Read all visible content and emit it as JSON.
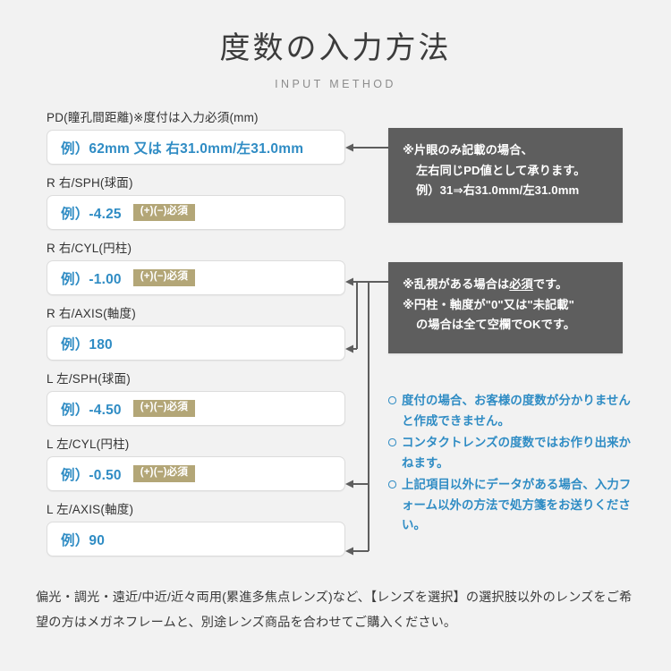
{
  "header": {
    "title": "度数の入力方法",
    "subtitle": "INPUT METHOD"
  },
  "colors": {
    "background": "#f2f2f2",
    "accent_blue": "#2f8cc4",
    "badge_khaki": "#b3a677",
    "note_gray": "#5e5e5e",
    "text_dark": "#3a3a3a",
    "input_border": "#dcdcdc",
    "connector": "#5e5e5e"
  },
  "form": {
    "fields": [
      {
        "id": "pd",
        "label": "PD(瞳孔間距離)※度付は入力必須(mm)",
        "placeholder": "例）62mm 又は 右31.0mm/左31.0mm",
        "badge": "",
        "value": ""
      },
      {
        "id": "r-sph",
        "label": "R 右/SPH(球面)",
        "placeholder": "例）-4.25",
        "badge": "(+)(−)必須",
        "value": ""
      },
      {
        "id": "r-cyl",
        "label": "R 右/CYL(円柱)",
        "placeholder": "例）-1.00",
        "badge": "(+)(−)必須",
        "value": ""
      },
      {
        "id": "r-axis",
        "label": "R 右/AXIS(軸度)",
        "placeholder": "例）180",
        "badge": "",
        "value": ""
      },
      {
        "id": "l-sph",
        "label": "L 左/SPH(球面)",
        "placeholder": "例）-4.50",
        "badge": "(+)(−)必須",
        "value": ""
      },
      {
        "id": "l-cyl",
        "label": "L 左/CYL(円柱)",
        "placeholder": "例）-0.50",
        "badge": "(+)(−)必須",
        "value": ""
      },
      {
        "id": "l-axis",
        "label": "L 左/AXIS(軸度)",
        "placeholder": "例）90",
        "badge": "",
        "value": ""
      }
    ]
  },
  "notes": {
    "pd": {
      "lines": [
        "※片眼のみ記載の場合、",
        "左右同じPD値として承ります。",
        "例）31⇒右31.0mm/左31.0mm"
      ]
    },
    "cyl": {
      "line1_pre": "※乱視がある場合は",
      "line1_underline": "必須",
      "line1_post": "です。",
      "line2": "※円柱・軸度が\"0\"又は\"未記載\"",
      "line3": "の場合は全て空欄でOKです。"
    }
  },
  "bullets": [
    "度付の場合、お客様の度数が分かりませんと作成できません。",
    "コンタクトレンズの度数ではお作り出来かねます。",
    "上記項目以外にデータがある場合、入力フォーム以外の方法で処方箋をお送りください。"
  ],
  "footer": {
    "text": "偏光・調光・遠近/中近/近々両用(累進多焦点レンズ)など、【レンズを選択】の選択肢以外のレンズをご希望の方はメガネフレームと、別途レンズ商品を合わせてご購入ください。"
  }
}
